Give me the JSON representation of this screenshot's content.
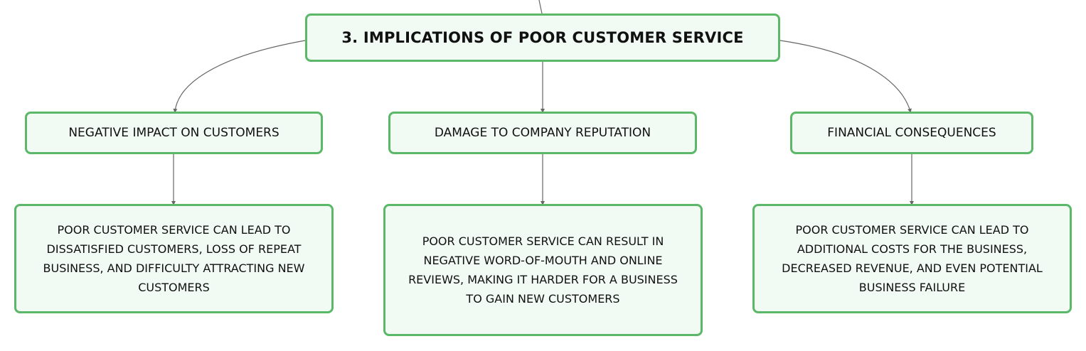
{
  "root": {
    "label": "3. IMPLICATIONS OF POOR CUSTOMER SERVICE"
  },
  "branches": [
    {
      "label": "NEGATIVE IMPACT ON CUSTOMERS",
      "detail": "POOR CUSTOMER SERVICE CAN LEAD TO DISSATISFIED CUSTOMERS, LOSS OF REPEAT BUSINESS, AND DIFFICULTY ATTRACTING NEW CUSTOMERS"
    },
    {
      "label": "DAMAGE TO COMPANY REPUTATION",
      "detail": "POOR CUSTOMER SERVICE CAN RESULT IN NEGATIVE WORD-OF-MOUTH AND ONLINE REVIEWS, MAKING IT HARDER FOR A BUSINESS TO GAIN NEW CUSTOMERS"
    },
    {
      "label": "FINANCIAL CONSEQUENCES",
      "detail": "POOR CUSTOMER SERVICE CAN LEAD TO ADDITIONAL COSTS FOR THE BUSINESS, DECREASED REVENUE, AND EVEN POTENTIAL BUSINESS FAILURE"
    }
  ],
  "colors": {
    "node_border": "#5ab868",
    "node_fill": "#f1faf3",
    "connector": "#666666",
    "text": "#111111"
  }
}
